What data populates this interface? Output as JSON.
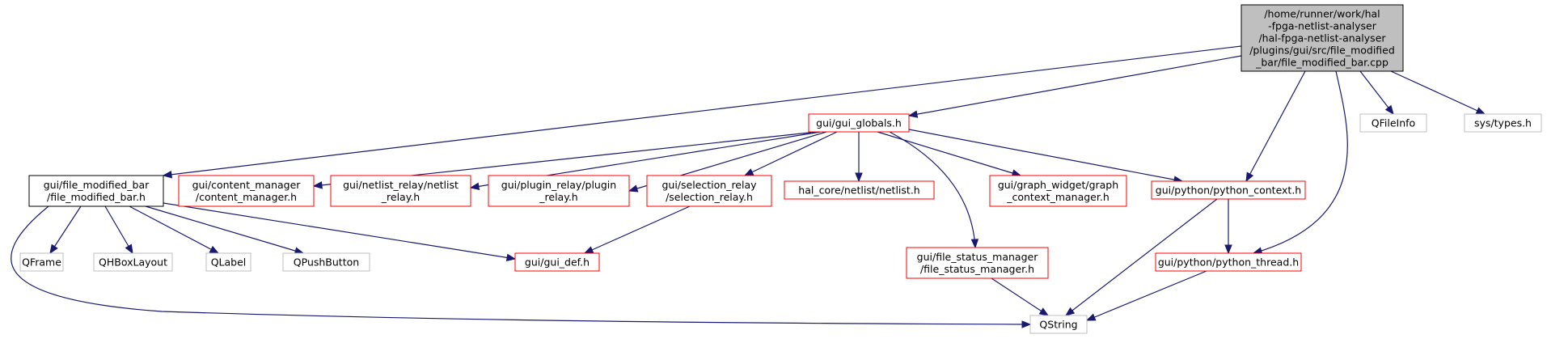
{
  "colors": {
    "edge": "#191970",
    "root_fill": "#bfbfbf",
    "root_border": "#000000",
    "local_border": "#ff0000",
    "system_border": "#bfbfbf",
    "system_text": "#000000",
    "normal_border": "#000000"
  },
  "nodes": {
    "root": {
      "lines": [
        "/home/runner/work/hal",
        "-fpga-netlist-analyser",
        "/hal-fpga-netlist-analyser",
        "/plugins/gui/src/file_modified",
        "_bar/file_modified_bar.cpp"
      ]
    },
    "gui_globals": {
      "lines": [
        "gui/gui_globals.h"
      ]
    },
    "qfileinfo": {
      "lines": [
        "QFileInfo"
      ]
    },
    "systypes": {
      "lines": [
        "sys/types.h"
      ]
    },
    "fmb_h": {
      "lines": [
        "gui/file_modified_bar",
        "/file_modified_bar.h"
      ]
    },
    "content_manager": {
      "lines": [
        "gui/content_manager",
        "/content_manager.h"
      ]
    },
    "netlist_relay": {
      "lines": [
        "gui/netlist_relay/netlist",
        "_relay.h"
      ]
    },
    "plugin_relay": {
      "lines": [
        "gui/plugin_relay/plugin",
        "_relay.h"
      ]
    },
    "selection_relay": {
      "lines": [
        "gui/selection_relay",
        "/selection_relay.h"
      ]
    },
    "netlist_h": {
      "lines": [
        "hal_core/netlist/netlist.h"
      ]
    },
    "graph_context": {
      "lines": [
        "gui/graph_widget/graph",
        "_context_manager.h"
      ]
    },
    "python_context": {
      "lines": [
        "gui/python/python_context.h"
      ]
    },
    "qframe": {
      "lines": [
        "QFrame"
      ]
    },
    "qhboxlayout": {
      "lines": [
        "QHBoxLayout"
      ]
    },
    "qlabel": {
      "lines": [
        "QLabel"
      ]
    },
    "qpushbutton": {
      "lines": [
        "QPushButton"
      ]
    },
    "gui_def": {
      "lines": [
        "gui/gui_def.h"
      ]
    },
    "file_status": {
      "lines": [
        "gui/file_status_manager",
        "/file_status_manager.h"
      ]
    },
    "python_thread": {
      "lines": [
        "gui/python/python_thread.h"
      ]
    },
    "qstring": {
      "lines": [
        "QString"
      ]
    }
  }
}
